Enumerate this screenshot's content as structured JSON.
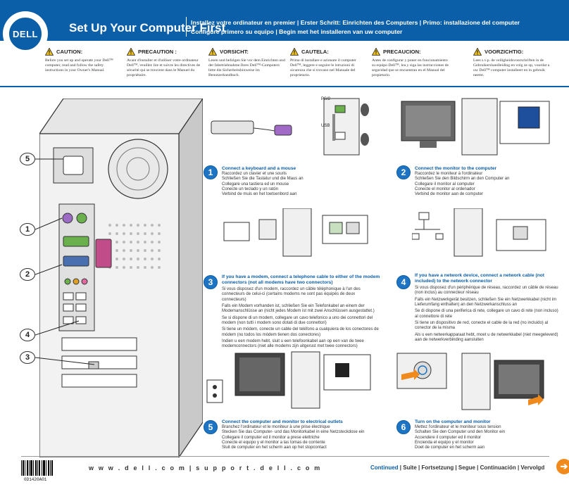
{
  "header": {
    "logo": "DELL",
    "title": "Set Up Your Computer First",
    "subtitle_line1": "Installez votre ordinateur en premier | Erster Schritt: Einrichten des Computers | Primo: installazione del computer",
    "subtitle_line2": "Configure primero su equipo | Begin met het installeren van uw  computer"
  },
  "cautions": [
    {
      "label": "CAUTION:",
      "text": "Before you set up and operate your Dell™ computer, read and follow the safety instructions in your Owner's Manual."
    },
    {
      "label": "PRECAUTION :",
      "text": "Avant d'installer et d'utiliser votre ordinateur Dell™, veuillez lire et suivre les directives de sécurité qui se trouvent dans le Manuel du propriétaire."
    },
    {
      "label": "VORSICHT:",
      "text": "Lesen und befolgen Sie vor dem Einrichten und der Inbetriebnahme Ihres Dell™-Computers bitte die Sicherheitshinweise im Benutzerhandbuch."
    },
    {
      "label": "CAUTELA:",
      "text": "Prima di installare e azionare il computer Dell™, leggere e seguire le istruzioni di sicurezza che si trovano nel Manuale del proprietario."
    },
    {
      "label": "PRECAUCION:",
      "text": "Antes de configurar y poner en funcionamiento su equipo Dell™, lea y siga las instrucciones de seguridad que se encuentran en el Manual del propietario."
    },
    {
      "label": "VOORZICHTIG:",
      "text": "Lees s.v.p. de veiligheidsvoorschriften in de Gebruikershandleiding en volg ze op, voordat u uw Dell™ computer installeert en in gebruik neemt."
    }
  ],
  "callouts": [
    "5",
    "1",
    "2",
    "4",
    "3"
  ],
  "steps": [
    {
      "num": "1",
      "heading": "Connect a keyboard and a mouse",
      "lines": [
        "Raccordez un clavier et une souris",
        "Schließen Sie die Tastatur und die Maus an",
        "Collegare una tastiera ed un mouse",
        "Conecte un teclado y un ratón",
        "Verbind de muis en het toetsenbord aan"
      ]
    },
    {
      "num": "2",
      "heading": "Connect the monitor to the computer",
      "lines": [
        "Raccordez le moniteur à l'ordinateur",
        "Schließen Sie den Bildschirm an den Computer an",
        "Collegare il monitor al computer",
        "Conecte el monitor al ordenador",
        "Verbind de monitor aan de computer"
      ]
    },
    {
      "num": "3",
      "heading": "If you have a modem, connect a telephone cable to either of the modem connectors (not all modems have two connectors)",
      "lines": [
        "Si vous disposez d'un modem, raccordez un câble téléphonique à l'un des connecteurs de celui-ci (certains modems ne sont pas équipés de deux connecteurs)",
        "Falls ein Modem vorhanden ist, schließen Sie ein Telefonkabel an einem der Modemanschlüsse an (nicht jedes Modem ist mit zwei Anschlüssen ausgestattet.)",
        "Se si dispone di un modem, collegare un cavo telefonico a uno dei connettori del modem (non tutti i modem sono dotati di due connettori)",
        "Si tiene un módem, conecte un cable del teléfono a cualquiera de los conectores de módem (no todos los módem tienen dos conectores)",
        "Indien u een modem hebt, sluit u een telefoonkabel aan op een van de twee modemconnectors (niet alle modems zijn uitgerust met twee connectors)"
      ]
    },
    {
      "num": "4",
      "heading": "If you have a network device, connect a network cable (not included) to the network connector",
      "lines": [
        "Si vous disposez d'un périphérique de réseau, raccordez un câble de réseau (non inclus) au connecteur réseau",
        "Falls ein Netzwerkgerät besitzen, schließen Sie ein Netzwerkkabel (nicht im Lieferumfang enthalten) an den Netzwerkanschluss an",
        "Se di dispone di una periferica di rete, collegare un cavo di rete (non incluso) al connettore di rete",
        "Si tiene un dispositivo de red, conecte el cable de la red (no incluido) al conector de la misma",
        "Als u een netwerkapparaat hebt, moet u de netwerkkabel (niet meegeleverd) aan de netwerkverbinding aansluiten"
      ]
    },
    {
      "num": "5",
      "heading": "Connect the computer and monitor to electrical outlets",
      "lines": [
        "Branchez l'ordinateur et le moniteur à une prise électrique",
        "Stecken Sie das Computer- und das Monitorkabel in eine Netzsteckdose ein",
        "Collegare il computer ed il monitor a prese elettriche",
        "Conecte el equipo y el monitor a las tomas de corriente",
        "Sluit de computer en het scherm aan op het stopcontact"
      ]
    },
    {
      "num": "6",
      "heading": "Turn on the computer and monitor",
      "lines": [
        "Mettez l'ordinateur et le moniteur sous tension",
        "Schalten Sie den Computer und den Monitor ein",
        "Accendere il computer ed il monitor",
        "Encienda el equipo y el monitor",
        "Doet de computer en het scherm aan"
      ]
    }
  ],
  "illustration_labels": {
    "ps2": "PS/2",
    "usb": "USB"
  },
  "footer": {
    "part_number": "0D1420A01",
    "website": "w w w . d e l l . c o m   |   s u p p o r t . d e l l . c o m",
    "continued_first": "Continued",
    "continued_rest": " | Suite | Fortsetzung | Segue | Continuación | Vervolgd",
    "next_arrow": "➔"
  },
  "colors": {
    "brand_blue": "#0b5ea8",
    "badge_blue": "#1d74c2",
    "accent_orange": "#f08a1c",
    "warning_yellow": "#f2c11a"
  }
}
